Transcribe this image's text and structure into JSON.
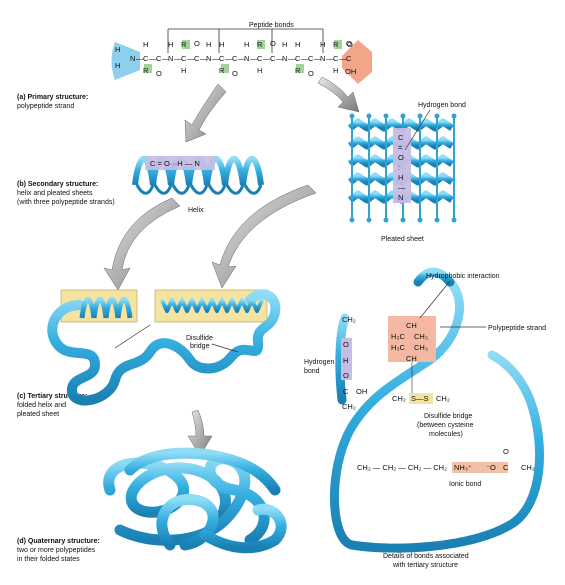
{
  "peptide": {
    "title": "Peptide bonds",
    "h": "H",
    "n": "N",
    "c": "C",
    "r": "R",
    "o": "O",
    "oh": "OH"
  },
  "labels": {
    "primary_title": "(a) Primary structure:",
    "primary_sub": "polypeptide strand",
    "secondary_title": "(b) Secondary structure:",
    "secondary_sub1": "helix and pleated sheets",
    "secondary_sub2": "(with three polypeptide strands)",
    "helix": "Helix",
    "helix_bond": "C = O···H — N",
    "hydrogen_bond_top": "Hydrogen bond",
    "pleated_sheet": "Pleated sheet",
    "sheet_bond": [
      "C",
      "=",
      "O",
      ":",
      "H",
      "—",
      "N"
    ],
    "tertiary_title": "(c) Tertiary structure:",
    "tertiary_sub1": "folded helix and",
    "tertiary_sub2": "pleated sheet",
    "disulfide_short1": "Disulfide",
    "disulfide_short2": "bridge",
    "quaternary_title": "(d) Quaternary structure:",
    "quaternary_sub1": "two or more polypeptides",
    "quaternary_sub2": "in their folded states",
    "hydrophobic": "Hydrophobic interaction",
    "polypeptide_strand": "Polypeptide strand",
    "hydrogen_bond_left1": "Hydrogen",
    "hydrogen_bond_left2": "bond",
    "disulfide_long1": "Disulfide bridge",
    "disulfide_long2": "(between cysteine",
    "disulfide_long3": "molecules)",
    "ionic": "Ionic bond",
    "details1": "Details of bonds associated",
    "details2": "with tertiary structure"
  },
  "chem": {
    "ch2": "CH₂",
    "ch": "CH",
    "h3c": "H₃C",
    "ch3": "CH₃",
    "o": "O",
    "h": "H",
    "c": "C",
    "oh": "OH",
    "ss_left": "CH₂",
    "ss": "S—S",
    "ss_right": "CH₂",
    "ionic_chain": "CH₂ — CH₂ — CH₂ — CH₂",
    "nh3": "NH₃⁺",
    "o_minus": "⁻O",
    "ionic_c": "C",
    "ionic_ch2": "CH₂"
  },
  "colors": {
    "helix_blue": "#2ea3d6",
    "light_blue": "#8fd4ef",
    "amine_blue": "#8ecfee",
    "carboxyl_salmon": "#f3a58a",
    "r_green": "#9fd39a",
    "lavender": "#c5bde4",
    "box_tan": "#f4e3a1",
    "hydrophobic_box": "#f4b8a2",
    "disulfide_box": "#f4e3a1",
    "ionic_box": "#f2c0a4"
  }
}
